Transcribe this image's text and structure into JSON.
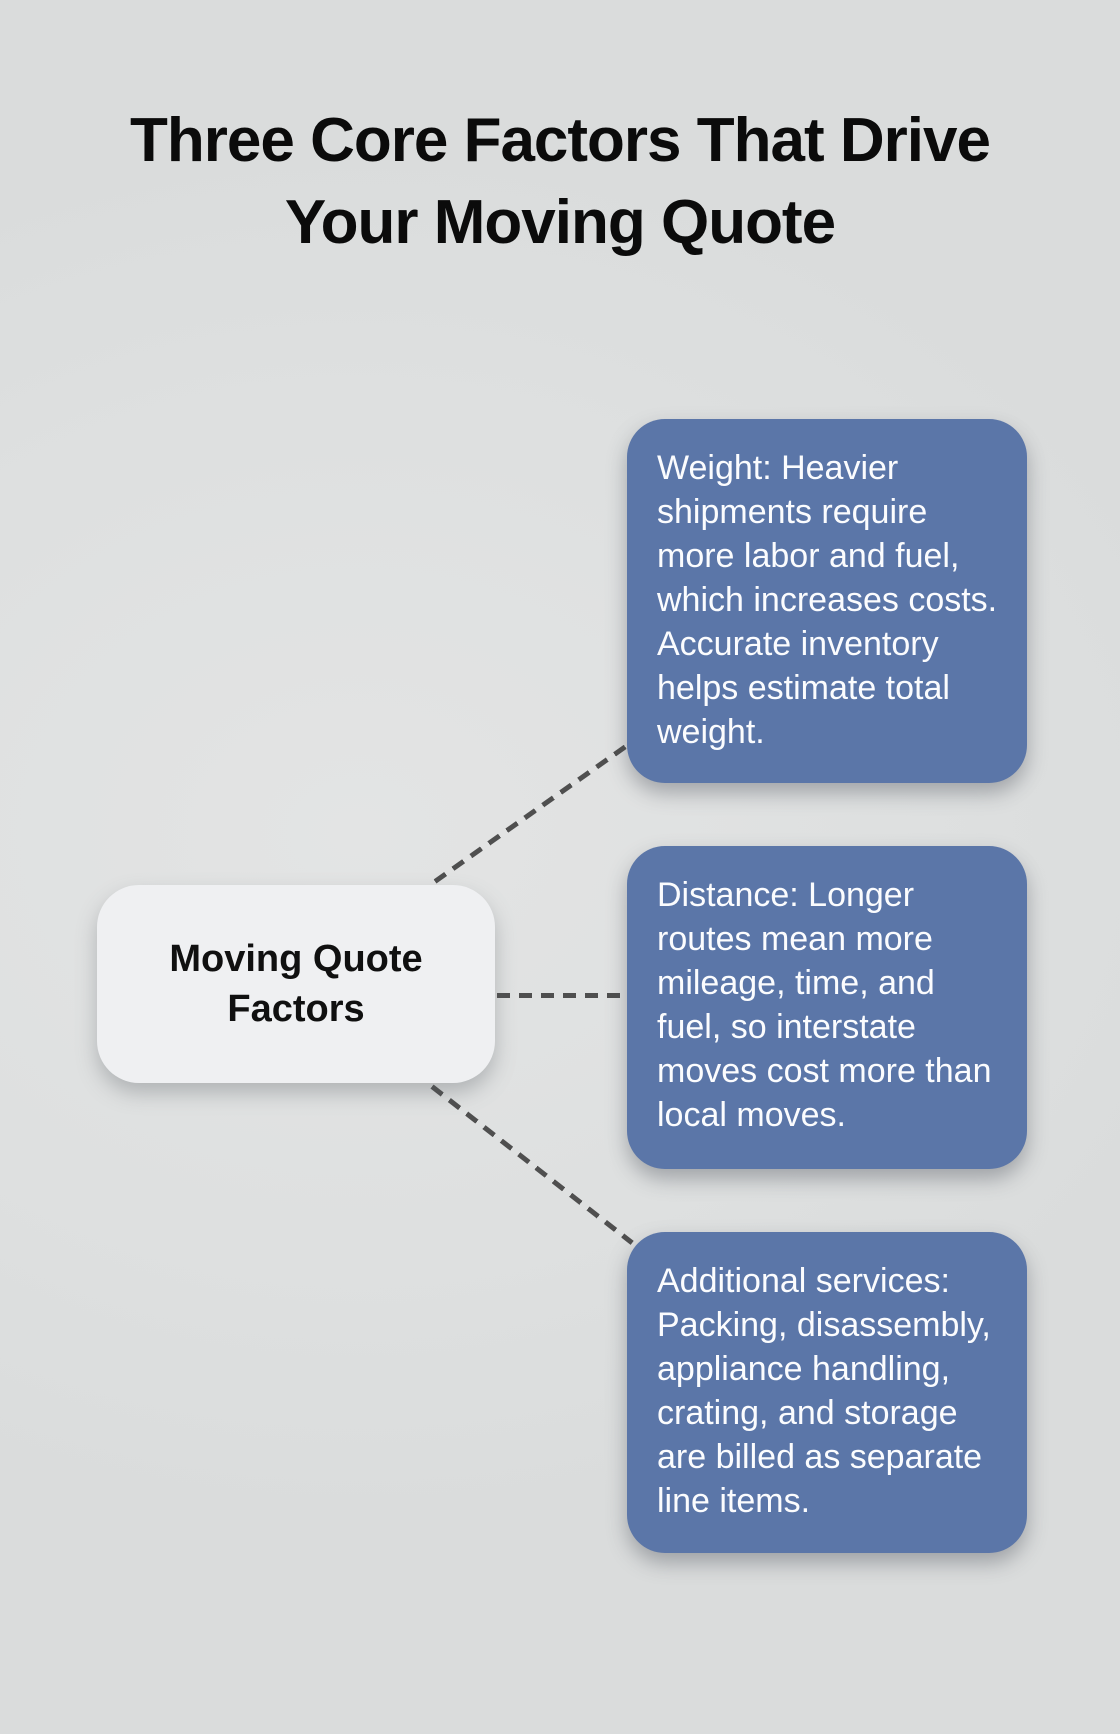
{
  "title": {
    "text": "Three Core Factors That Drive\nYour Moving Quote"
  },
  "center_node": {
    "label": "Moving Quote\nFactors"
  },
  "factors": [
    {
      "id": "weight",
      "text": "Weight: Heavier\nshipments require\nmore labor and fuel,\nwhich increases costs.\nAccurate inventory\nhelps estimate total\nweight."
    },
    {
      "id": "distance",
      "text": "Distance: Longer\nroutes mean more\nmileage, time, and\nfuel, so interstate\nmoves cost more than\nlocal moves."
    },
    {
      "id": "additional-services",
      "text": "Additional services:\nPacking, disassembly,\nappliance handling,\ncrating, and storage\nare billed as separate\nline items."
    }
  ],
  "colors": {
    "background": "#dee0e0",
    "card_blue": "#5b76a8",
    "card_text": "#fbfcfe",
    "center_node_bg": "#eff0f2",
    "center_node_text": "#101010",
    "connector": "#4f4f4f",
    "title_text": "#0b0b0b"
  }
}
